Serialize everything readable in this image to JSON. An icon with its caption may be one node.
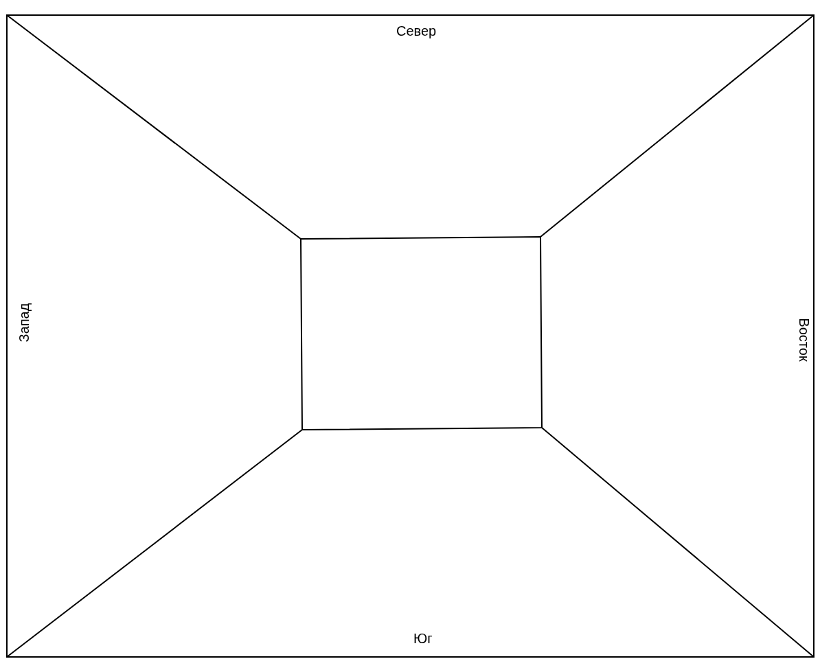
{
  "diagram": {
    "labels": [
      "Север",
      "Запад",
      "Восток",
      "Юг"
    ]
  }
}
